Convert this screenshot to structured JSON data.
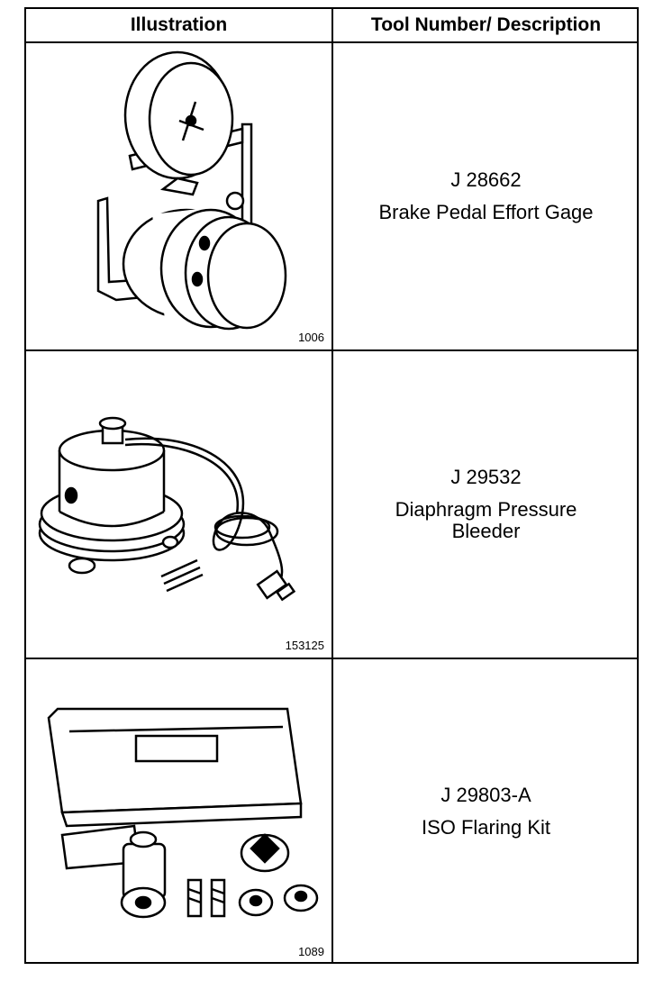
{
  "table": {
    "headers": {
      "illustration": "Illustration",
      "tool": "Tool Number/ Description"
    },
    "rows": [
      {
        "figure_number": "1006",
        "tool_number": "J 28662",
        "description": "Brake Pedal Effort Gage",
        "illustration_icon": "pedal-effort-gage-drawing"
      },
      {
        "figure_number": "153125",
        "tool_number": "J 29532",
        "description": "Diaphragm Pressure Bleeder",
        "illustration_icon": "pressure-bleeder-drawing"
      },
      {
        "figure_number": "1089",
        "tool_number": "J 29803-A",
        "description": "ISO Flaring Kit",
        "illustration_icon": "flaring-kit-drawing"
      }
    ]
  }
}
